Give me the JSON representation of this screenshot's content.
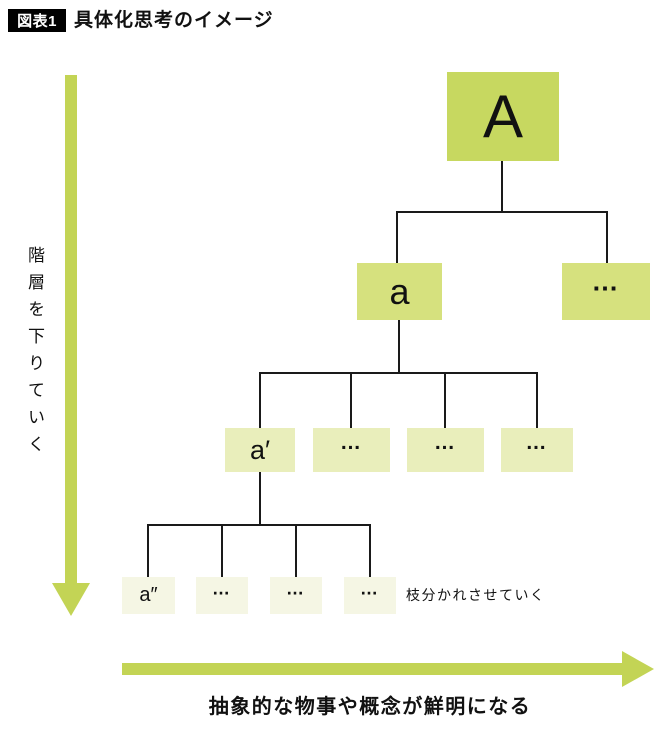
{
  "header": {
    "badge": "図表1",
    "title": "具体化思考のイメージ"
  },
  "chart_data": {
    "type": "table",
    "title": "具体化思考のイメージ",
    "structure": "tree",
    "levels": [
      {
        "name": "level-1",
        "nodes": [
          {
            "label": "A"
          }
        ]
      },
      {
        "name": "level-2",
        "nodes": [
          {
            "label": "a"
          },
          {
            "label": "…"
          }
        ]
      },
      {
        "name": "level-3",
        "nodes": [
          {
            "label": "a′"
          },
          {
            "label": "…"
          },
          {
            "label": "…"
          },
          {
            "label": "…"
          }
        ]
      },
      {
        "name": "level-4",
        "nodes": [
          {
            "label": "a″"
          },
          {
            "label": "…"
          },
          {
            "label": "…"
          },
          {
            "label": "…"
          }
        ]
      }
    ]
  },
  "annotations": {
    "vertical_axis": "階層を下りていく",
    "horizontal_axis": "抽象的な物事や概念が鮮明になる",
    "branch_note": "枝分かれさせていく"
  },
  "colors": {
    "accent_arrow": "#c3d455",
    "level1_box": "#c7d860",
    "level2_box": "#d6e17e",
    "level3_box": "#e9eebb",
    "level4_box": "#f5f6e4",
    "line": "#1a1a1a",
    "badge_bg": "#000000",
    "badge_text": "#ffffff"
  }
}
